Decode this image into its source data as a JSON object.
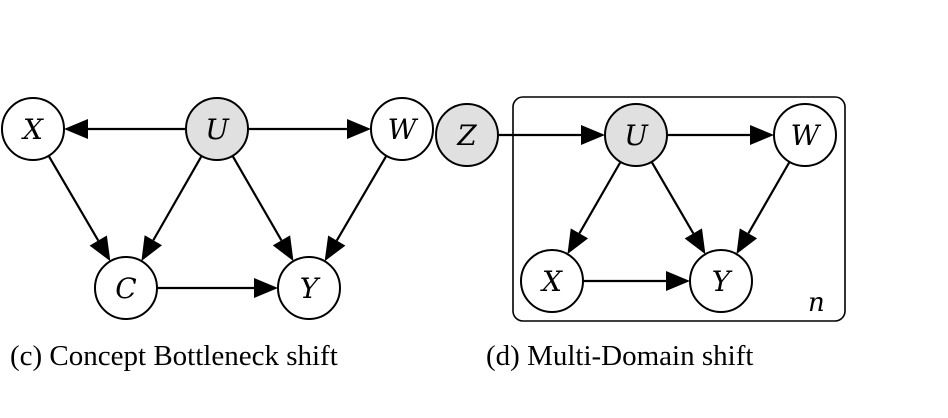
{
  "figure": {
    "panels": [
      {
        "id": "c",
        "caption": "(c) Concept Bottleneck shift",
        "nodes": [
          {
            "id": "X",
            "label": "X",
            "observed": false
          },
          {
            "id": "U",
            "label": "U",
            "observed": true
          },
          {
            "id": "W",
            "label": "W",
            "observed": false
          },
          {
            "id": "C",
            "label": "C",
            "observed": false
          },
          {
            "id": "Y",
            "label": "Y",
            "observed": false
          }
        ],
        "edges": [
          {
            "from": "U",
            "to": "X"
          },
          {
            "from": "U",
            "to": "W"
          },
          {
            "from": "X",
            "to": "C"
          },
          {
            "from": "U",
            "to": "C"
          },
          {
            "from": "U",
            "to": "Y"
          },
          {
            "from": "W",
            "to": "Y"
          },
          {
            "from": "C",
            "to": "Y"
          }
        ]
      },
      {
        "id": "d",
        "caption": "(d) Multi-Domain shift",
        "plate_label": "n",
        "nodes": [
          {
            "id": "Z",
            "label": "Z",
            "observed": true
          },
          {
            "id": "U",
            "label": "U",
            "observed": true
          },
          {
            "id": "W",
            "label": "W",
            "observed": false
          },
          {
            "id": "X",
            "label": "X",
            "observed": false
          },
          {
            "id": "Y",
            "label": "Y",
            "observed": false
          }
        ],
        "edges": [
          {
            "from": "Z",
            "to": "U"
          },
          {
            "from": "U",
            "to": "W"
          },
          {
            "from": "U",
            "to": "X"
          },
          {
            "from": "U",
            "to": "Y"
          },
          {
            "from": "W",
            "to": "Y"
          },
          {
            "from": "X",
            "to": "Y"
          }
        ]
      }
    ],
    "colors": {
      "shaded_node": "#e0e0e0",
      "open_node": "#ffffff",
      "stroke": "#000000"
    }
  }
}
